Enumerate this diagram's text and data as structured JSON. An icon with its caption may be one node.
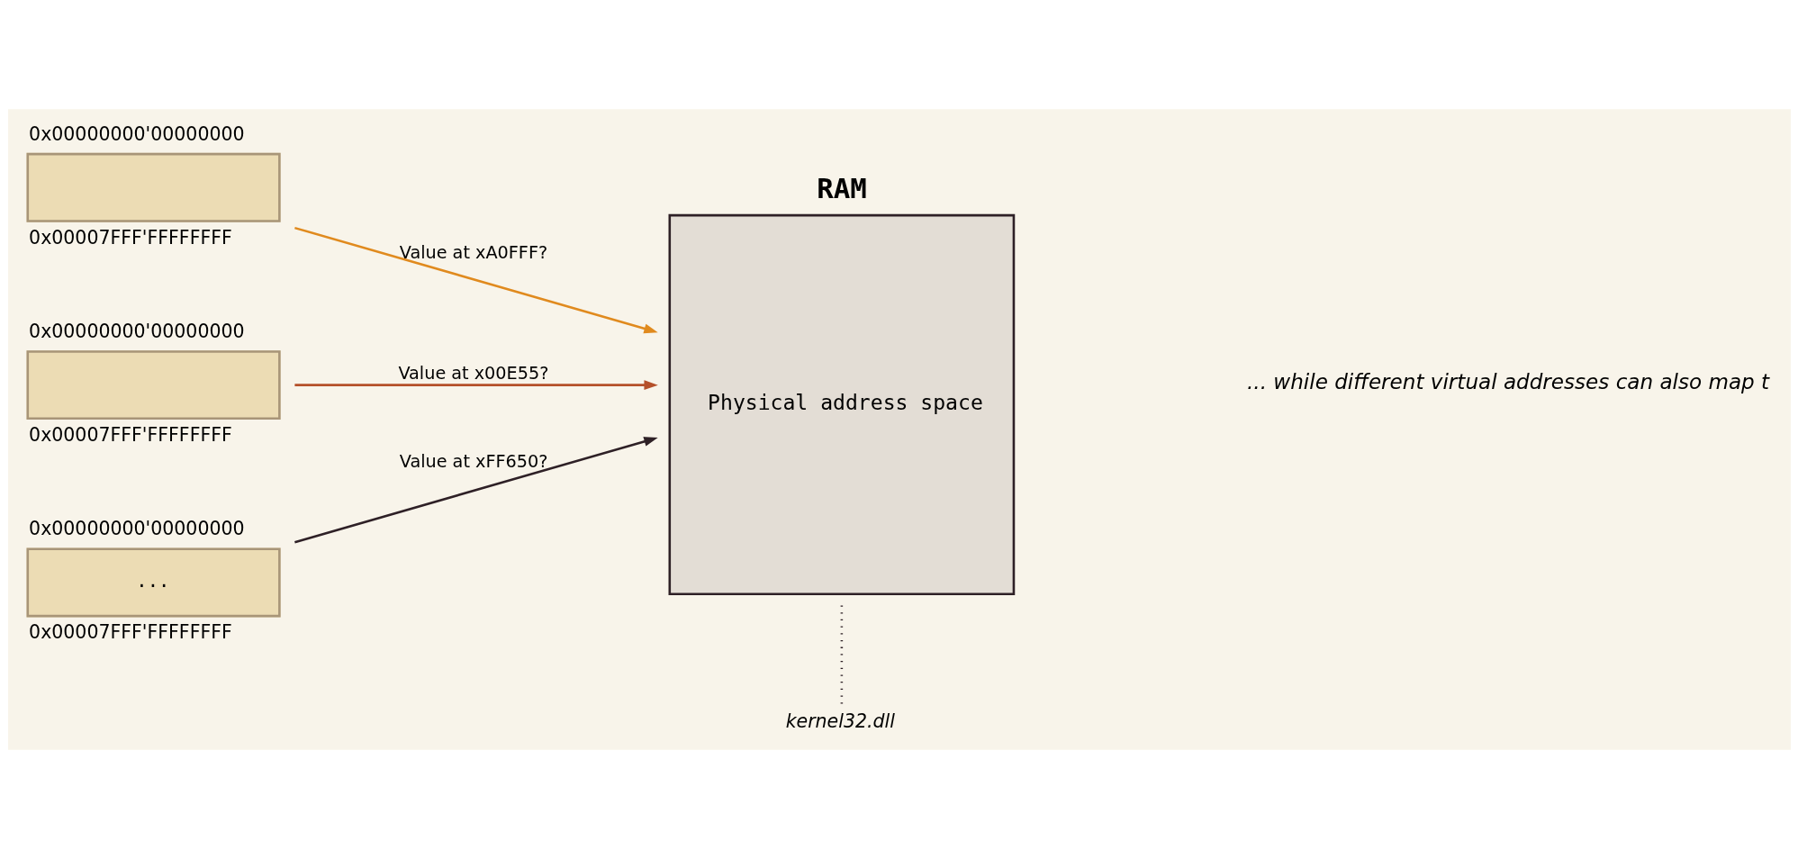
{
  "diagram": {
    "nodes": [
      {
        "text": [],
        "shape": "box",
        "beside": [
          "0x00000000'00000000",
          "0x00007FFF'FFFFFFFF"
        ]
      },
      {
        "text": [],
        "shape": "box",
        "beside": [
          "0x00000000'00000000",
          "0x00007FFF'FFFFFFFF"
        ]
      },
      {
        "text": [
          "..."
        ],
        "beside": [
          "0x00000000'00000000",
          "0x00007FFF'FFFFFFFF"
        ]
      },
      {
        "text": [
          "RAM",
          "Physical address space"
        ]
      },
      {
        "text": [
          "kernel32.dll"
        ]
      }
    ],
    "edges": [
      {
        "from": 0,
        "to": 3,
        "arrow": "to",
        "label": "Value at xA0FFF?",
        "color": "#e08a1e"
      },
      {
        "from": 1,
        "to": 3,
        "arrow": "to",
        "label": "Value at x00E55?",
        "color": "#b5502a"
      },
      {
        "from": 2,
        "to": 3,
        "arrow": "to",
        "label": "Value at xFF650?",
        "color": "#2e2026"
      },
      {
        "from": 4,
        "to": 3,
        "arrow": "none",
        "style": "dashed",
        "color": "#2e2026"
      }
    ],
    "labels": [
      "... while different virtual addresses can also map t"
    ]
  }
}
